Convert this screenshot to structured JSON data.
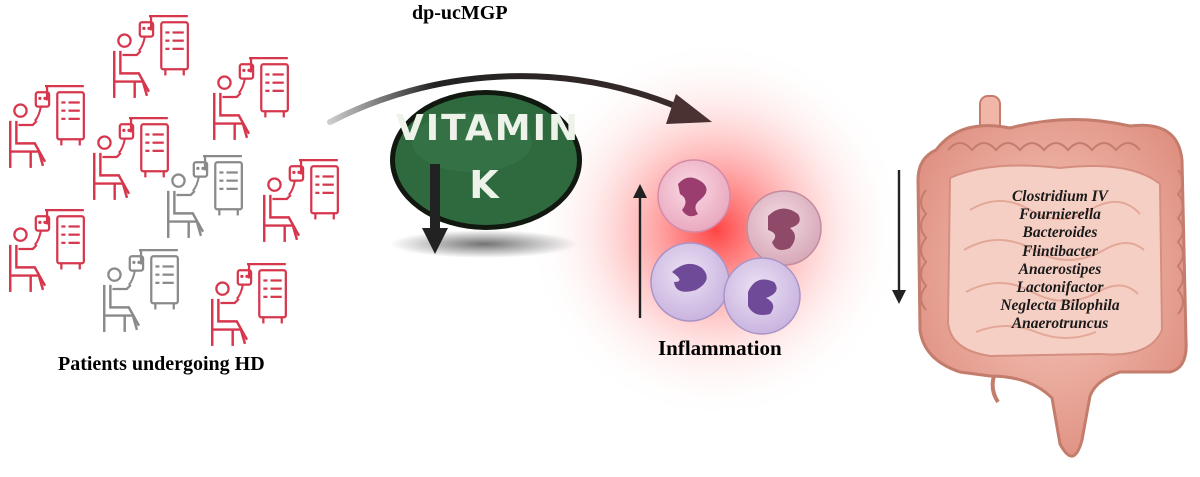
{
  "figure": {
    "title": "dp-ucMGP",
    "vitamin_sign": {
      "line1": "VITAMIN",
      "line2": "K"
    },
    "patients_label": "Patients undergoing HD",
    "inflammation_label": "Inflammation",
    "bacteria": [
      "Clostridium IV",
      "Fournierella",
      "Bacteroides",
      "Flintibacter",
      "Anaerostipes",
      "Lactonifactor",
      "Neglecta Bilophila",
      "Anaerotruncus"
    ],
    "colors": {
      "patient_red": "#d6374d",
      "patient_gray": "#8a8a8a",
      "chalkboard": "#2f6a3f",
      "inflammation_glow": "#ff4d4d",
      "colon": "#e8a393",
      "arrow": "#222222"
    },
    "icons": [
      "patient-dialysis-icon",
      "vitamin-k-chalkboard-icon",
      "immune-cells-icon",
      "colon-icon",
      "down-arrow-icon",
      "up-arrow-icon"
    ]
  }
}
